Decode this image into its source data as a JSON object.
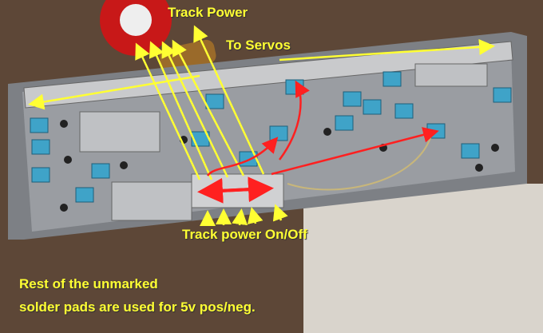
{
  "annotations": {
    "track_power": "Track Power",
    "to_servos": "To Servos",
    "track_power_on_off": "Track power On/Off",
    "note_line1": "Rest of the unmarked",
    "note_line2": "solder pads are used for 5v pos/neg."
  },
  "colors": {
    "annotation_text": "#ffff33",
    "yellow_arrow": "#ffff33",
    "red_arrow": "#ff2020",
    "panel": "#8f9296",
    "connector": "#3fa3c8"
  }
}
